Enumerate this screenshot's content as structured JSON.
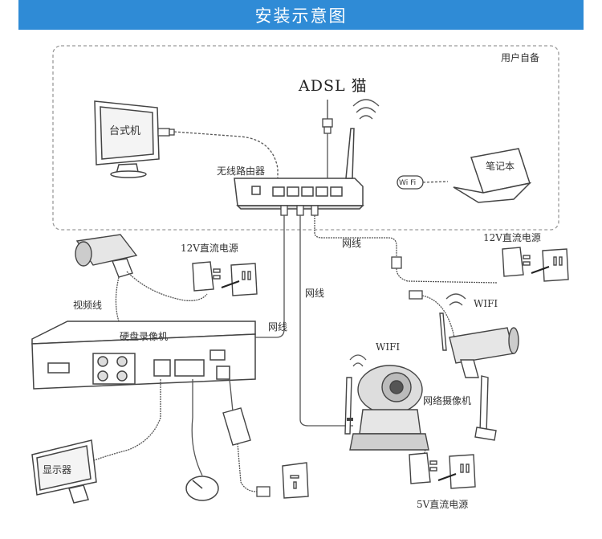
{
  "header": {
    "title": "安装示意图"
  },
  "user_supplied_label": "用户自备",
  "devices": {
    "adsl_modem": "ADSL 猫",
    "desktop": "台式机",
    "router": "无线路由器",
    "laptop": "笔记本",
    "wifi_badge": "Wi Fi",
    "nvr": "硬盘录像机",
    "monitor": "显示器",
    "network_camera": "网络摄像机"
  },
  "cables": {
    "network_1": "网线",
    "network_2": "网线",
    "network_3": "网线",
    "video_cable": "视频线",
    "wifi_1": "WIFI",
    "wifi_2": "WIFI"
  },
  "power": {
    "psu_12v_left": "12V直流电源",
    "psu_12v_right": "12V直流电源",
    "psu_5v": "5V直流电源"
  },
  "colors": {
    "banner": "#2f8bd6",
    "line": "#555555",
    "dash": "#9a9a9a"
  }
}
